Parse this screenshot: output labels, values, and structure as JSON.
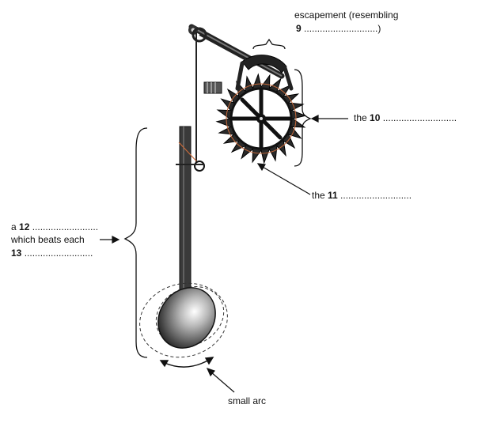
{
  "labels": {
    "escapement": {
      "line1": "escapement (resembling",
      "number": "9",
      "dots": " ............................)"
    },
    "wheel": {
      "prefix": "the ",
      "number": "10",
      "dots": " ............................"
    },
    "teeth": {
      "prefix": "the ",
      "number": "11",
      "dots": " ..........................."
    },
    "pendulum": {
      "line1_prefix": "a ",
      "line1_number": "12",
      "line1_dots": " .........................",
      "line2": "which beats each",
      "line3_number": "13",
      "line3_dots": " .........................."
    },
    "arc": "small arc"
  },
  "colors": {
    "ink": "#111111",
    "rust": "#c86a3a"
  }
}
